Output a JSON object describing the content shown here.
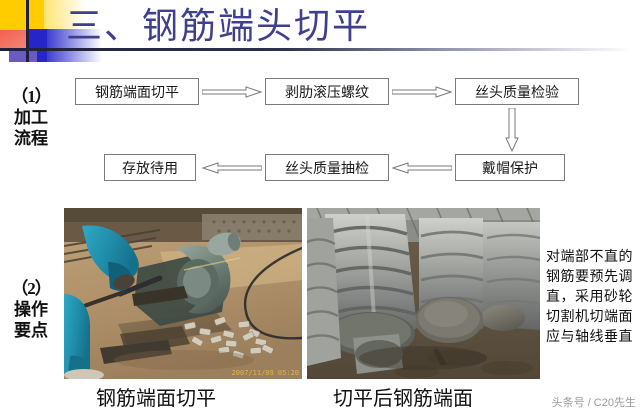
{
  "slide": {
    "title": "三、钢筋端头切平"
  },
  "sections": [
    {
      "number": "（1）",
      "line1": "加工",
      "line2": "流程"
    },
    {
      "number": "（2）",
      "line1": "操作",
      "line2": "要点"
    }
  ],
  "flowchart": {
    "row1": [
      {
        "label": "钢筋端面切平"
      },
      {
        "label": "剥肋滚压螺纹"
      },
      {
        "label": "丝头质量检验"
      }
    ],
    "row2": [
      {
        "label": "存放待用"
      },
      {
        "label": "丝头质量抽检"
      },
      {
        "label": "戴帽保护"
      }
    ],
    "connectors": [
      {
        "name": "arrow-right-1",
        "direction": "right"
      },
      {
        "name": "arrow-right-2",
        "direction": "right"
      },
      {
        "name": "arrow-down-1",
        "direction": "down"
      },
      {
        "name": "arrow-left-1",
        "direction": "left"
      },
      {
        "name": "arrow-left-2",
        "direction": "left"
      }
    ]
  },
  "photos": [
    {
      "name": "rebar-cutting-photo",
      "caption": "钢筋端面切平",
      "timestamp": "2007/11/09 05:20",
      "alt": "工人使用砂轮切割机切平钢筋端面"
    },
    {
      "name": "cut-rebar-ends-photo",
      "caption": "切平后钢筋端面",
      "alt": "切平后的钢筋端面特写"
    }
  ],
  "note": {
    "text": "对端部不直的钢筋要预先调直，采用砂轮切割机切端面应与轴线垂直"
  },
  "watermark": {
    "text": "头条号 / C20先生"
  },
  "colors": {
    "title": "#3F3F8F",
    "logo_yellow": "#FFCC00",
    "logo_blue": "#2626C8",
    "logo_red": "#F4604C",
    "box_border": "#7a7a7a"
  }
}
